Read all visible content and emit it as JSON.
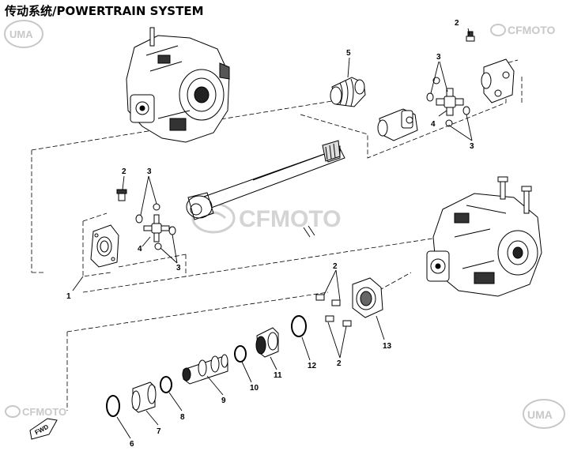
{
  "header": {
    "title": "传动系统/POWERTRAIN SYSTEM"
  },
  "watermarks": {
    "uma_top": "UMA",
    "cfmoto_top": "CFMOTO",
    "cfmoto_center": "CFMOTO",
    "cfmoto_bottom": "CFMOTO",
    "uma_bottom": "UMA"
  },
  "callouts": {
    "c1": "1",
    "c2_top": "2",
    "c2_left": "2",
    "c2_bottom_a": "2",
    "c2_bottom_b": "2",
    "c3_tr_a": "3",
    "c3_tr_b": "3",
    "c3_l_a": "3",
    "c3_l_b": "3",
    "c4_tr": "4",
    "c4_l": "4",
    "c5": "5",
    "c6": "6",
    "c7": "7",
    "c8": "8",
    "c9": "9",
    "c10": "10",
    "c11": "11",
    "c12": "12",
    "c13": "13"
  },
  "fwd_label": "FWD",
  "colors": {
    "line": "#000000",
    "watermark": "#c8c8c8",
    "part_fill": "#ffffff"
  }
}
